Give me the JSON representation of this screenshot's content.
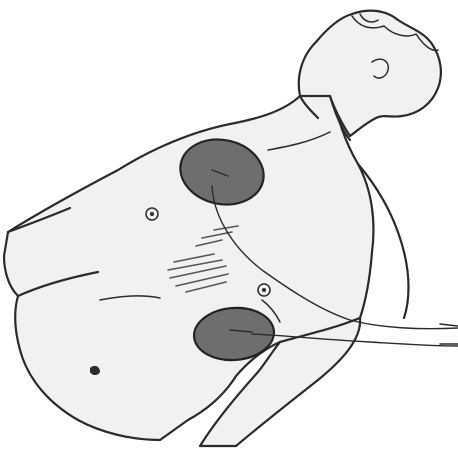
{
  "figure": {
    "subject": "torso-with-defibrillator-pads",
    "colors": {
      "background": "#ffffff",
      "skin": "#f1f1f1",
      "outline": "#2b2b2b",
      "pad_fill": "#6e6e6e",
      "heart_hatch": "#555555"
    },
    "pads": [
      {
        "position": "upper-right-chest"
      },
      {
        "position": "lower-left-chest"
      }
    ]
  }
}
